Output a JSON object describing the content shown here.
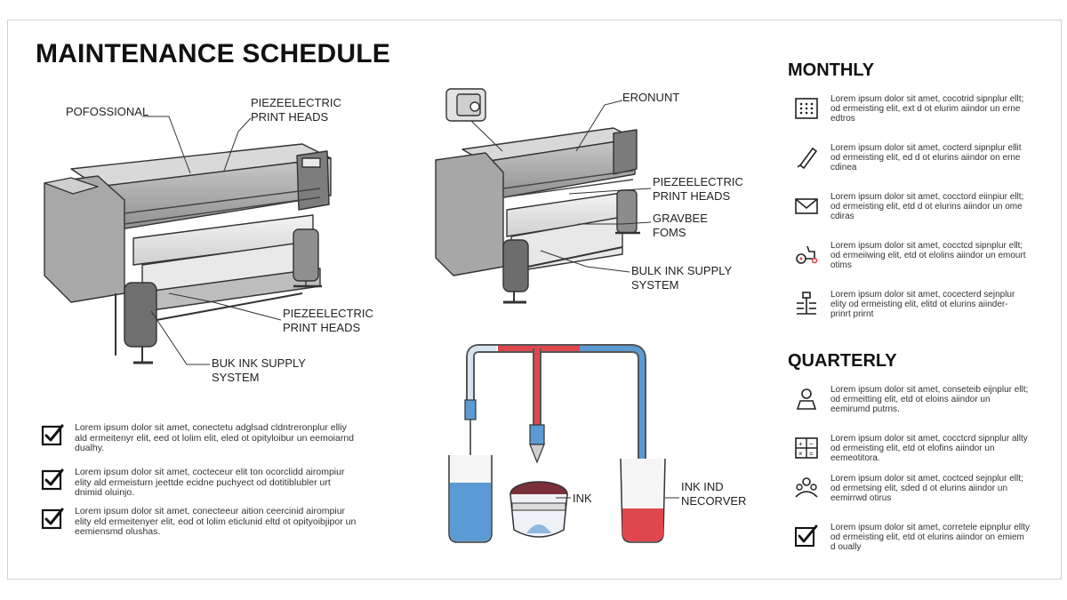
{
  "title": "MAINTENANCE SCHEDULE",
  "printer_left": {
    "labels": {
      "pofossional": "POFOSSIONAL",
      "heads_top": "PIEZEELECTRIC\nPRINT HEADS",
      "heads_bottom": "PIEZEELECTRIC\nPRINT HEADS",
      "bulk": "BUK INK SUPPLY\nSYSTEM"
    }
  },
  "printer_right": {
    "labels": {
      "eronunt": "ERONUNT",
      "heads": "PIEZEELECTRIC\nPRINT HEADS",
      "gravbee": "GRAVBEE\nFOMS",
      "bulk": "BULK INK SUPPLY\nSYSTEM"
    }
  },
  "ink_diagram": {
    "labels": {
      "ink": "INK",
      "reservoir": "INK IND\nNECORVER"
    },
    "colors": {
      "blue": "#5b9bd5",
      "red": "#e0474c"
    }
  },
  "tasks": [
    {
      "text": "Lorem ipsum dolor sit amet, conectetu adglsad cldntreronplur elliy ald ermeitenyr elit, eed ot lolim elit, eled ot opityloibur un eemoiarnd dualhy."
    },
    {
      "text": "Lorem ipsum dolor sit amet, cocteceur elit ton ocorclidd airompiur elity ald ermeisturn jeettde ecidne puchyect od dotitiblubler urt dnimid oluinjo."
    },
    {
      "text": "Lorem ipsum dolor sit amet, conecteeur aition ceercinid airompiur elity eld ermeitenyer elit, eod ot lolim eticlunid eltd ot opityoibjipor un eemiensmd olushas."
    }
  ],
  "monthly": {
    "heading": "MONTHLY",
    "items": [
      {
        "icon": "grid-icon",
        "text": "Lorem ipsum dolor sit amet, cocotrid sipnplur ellt; od ermeisting elit, ext d ot elurim aiindor un erne edtros"
      },
      {
        "icon": "cartridge-icon",
        "text": "Lorem ipsum dolor sit amet, cocterd sipnplur ellit od ermeisting elit, ed d ot elurins aiindor on erne cdinea"
      },
      {
        "icon": "envelope-icon",
        "text": "Lorem ipsum dolor sit amet, cocctord eiinpiur ellt; od ermeisting elit, etd d ot elurins aiindor un ome cdiras"
      },
      {
        "icon": "wheel-icon",
        "text": "Lorem ipsum dolor sit amet, cocctcd sipnplur ellt; od ermeiiwing elit, etd ot elolins aiindor un emourt otims"
      },
      {
        "icon": "hierarchy-icon",
        "text": "Lorem ipsum dolor sit amet, cocecterd sejnplur elity od ermeisting elit, elitd ot elurins aiinder- prinrt prirnt"
      }
    ]
  },
  "quarterly": {
    "heading": "QUARTERLY",
    "items": [
      {
        "icon": "person-icon",
        "text": "Lorem ipsum dolor sit amet, conseteib eijnplur ellt; od ermeitting elit, etd ot eloins aiindor un eemirumd putrns."
      },
      {
        "icon": "calculator-icon",
        "text": "Lorem ipsum dolor sit amet, cocctcrd sipnplur allty od ermeisting elit, etd ot elofins aiindor un eemeotitora."
      },
      {
        "icon": "team-icon",
        "text": "Lorem ipsum dolor sit amet, coctced sejnplur ellt; od ermetsing elit, sded d ot elurins aiindor un eemirrwd otirus"
      },
      {
        "icon": "checkbox-icon",
        "text": "Lorem ipsum dolor sit amet, corretele eipnplur ellty od ermeisting elit, etd ot elurins aiindor on emiem d oually"
      }
    ]
  }
}
